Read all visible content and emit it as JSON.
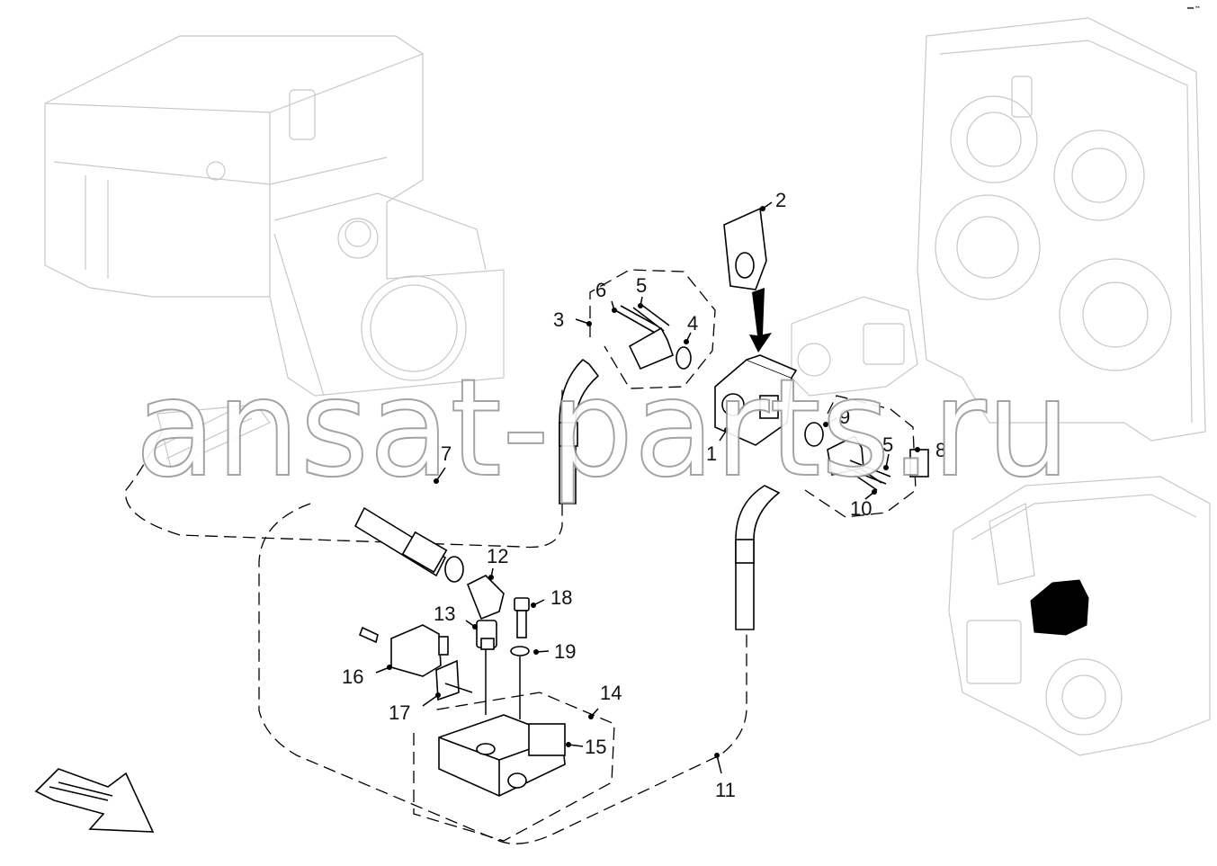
{
  "watermark": "ansat-parts.ru",
  "callouts": [
    {
      "label": "1"
    },
    {
      "label": "2"
    },
    {
      "label": "3"
    },
    {
      "label": "4"
    },
    {
      "label": "5"
    },
    {
      "label": "6"
    },
    {
      "label": "5"
    },
    {
      "label": "7"
    },
    {
      "label": "8"
    },
    {
      "label": "9"
    },
    {
      "label": "10"
    },
    {
      "label": "11"
    },
    {
      "label": "12"
    },
    {
      "label": "13"
    },
    {
      "label": "14"
    },
    {
      "label": "15"
    },
    {
      "label": "16"
    },
    {
      "label": "17"
    },
    {
      "label": "18"
    },
    {
      "label": "19"
    }
  ],
  "colors": {
    "accent": "#000000",
    "ghost": "#c8c8c8",
    "watermark_stroke": "#9a9a9a"
  },
  "icons": {
    "orientation_arrow": "arrow-down-right-icon",
    "direction_arrow": "arrow-down-icon"
  }
}
